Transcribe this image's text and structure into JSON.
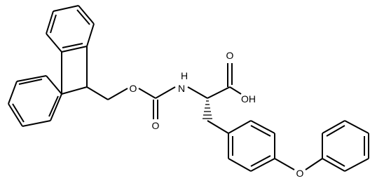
{
  "molecule": {
    "atom_labels": {
      "ester_oxygen": "O",
      "carbonyl_oxygen": "O",
      "amide_nitrogen": "N",
      "amide_hydrogen": "H",
      "acid_carbonyl_oxygen": "O",
      "acid_hydroxyl": "OH",
      "ether_oxygen": "O"
    }
  }
}
